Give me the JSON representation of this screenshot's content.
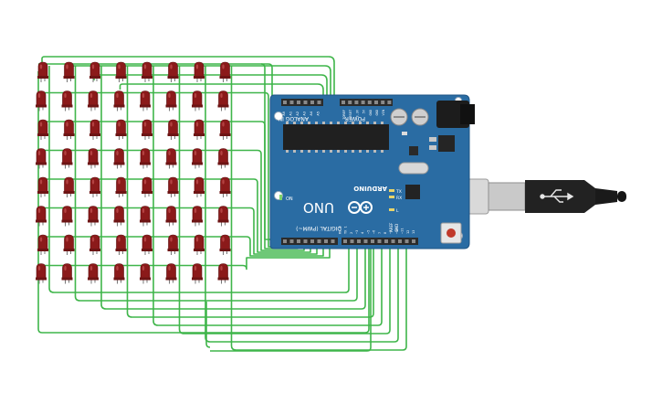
{
  "board": {
    "brand": "ARDUINO",
    "model": "UNO",
    "power_header": "POWER",
    "analog_header": "ANALOG IN",
    "digital_header": "DIGITAL (PWM~)",
    "aref": "AREF",
    "gnd": "GND",
    "on_label": "ON",
    "tx_label": "TX",
    "rx_label": "RX",
    "l_label": "L",
    "ioref": "IOREF",
    "reset": "RESET",
    "v33": "3.3V",
    "v5": "5V",
    "vin": "VIN",
    "analog_pins": [
      "A0",
      "A1",
      "A2",
      "A3",
      "A4",
      "A5"
    ],
    "digital_pins": [
      "13",
      "12",
      "~11",
      "~10",
      "~9",
      "8",
      "7",
      "~6",
      "~5",
      "4",
      "~3",
      "2",
      "TX 1",
      "RX 0"
    ],
    "color": "#2a6ca3",
    "header_color": "#2b2b2b"
  },
  "led_matrix": {
    "rows": 8,
    "columns": 8,
    "led_color": "#8b1a1a",
    "wire_color": "#3fb54a"
  },
  "usb_cable": {
    "color": "#1e1e1e"
  }
}
